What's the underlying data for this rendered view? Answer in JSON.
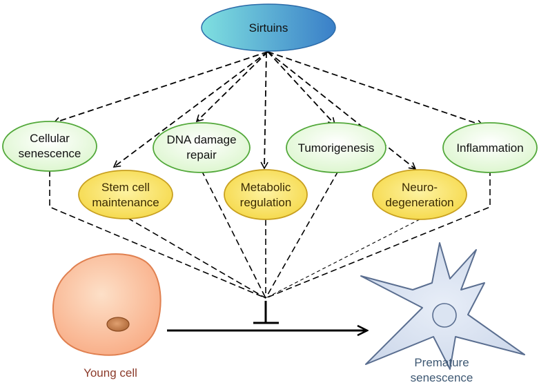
{
  "center": {
    "label": "Sirtuins"
  },
  "green_nodes": [
    {
      "id": "senescence",
      "lines": [
        "Cellular",
        "senescence"
      ]
    },
    {
      "id": "dna",
      "lines": [
        "DNA damage",
        "repair"
      ]
    },
    {
      "id": "tumor",
      "lines": [
        "Tumorigenesis"
      ]
    },
    {
      "id": "inflammation",
      "lines": [
        "Inflammation"
      ]
    }
  ],
  "yellow_nodes": [
    {
      "id": "stem",
      "lines": [
        "Stem cell",
        "maintenance"
      ]
    },
    {
      "id": "metabolic",
      "lines": [
        "Metabolic",
        "regulation"
      ]
    },
    {
      "id": "neuro",
      "lines": [
        "Neuro-",
        "degeneration"
      ]
    }
  ],
  "cells": {
    "young": {
      "label": "Young cell"
    },
    "premature": {
      "lines": [
        "Premature",
        "senescence"
      ]
    }
  },
  "colors": {
    "sirtuins_start": "#7fe0e0",
    "sirtuins_end": "#3a7fc8",
    "green_fill": "#d8f5c8",
    "green_stroke": "#52a83a",
    "yellow_fill": "#f4d43a",
    "yellow_stroke": "#c8a020",
    "young_fill": "#f8a880",
    "young_stroke": "#e08050",
    "premature_fill": "#c8d4e8",
    "premature_stroke": "#5a6e90"
  }
}
